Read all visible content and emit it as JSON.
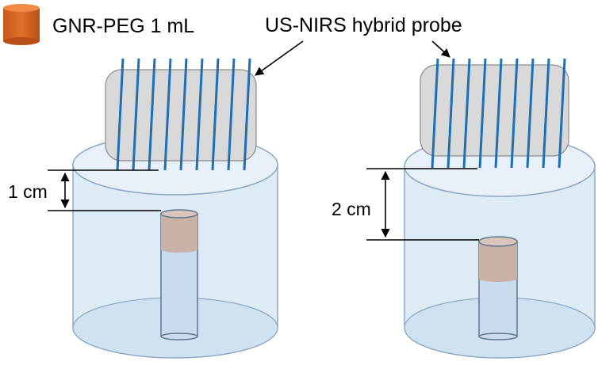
{
  "legend": {
    "icon": "orange-cylinder-icon",
    "color": "#e0702a",
    "label": "GNR-PEG 1 mL"
  },
  "probe_label": "US-NIRS hybrid probe",
  "setups": [
    {
      "depth_label": "1 cm",
      "probe_line_count": 9
    },
    {
      "depth_label": "2 cm",
      "probe_line_count": 9
    }
  ],
  "colors": {
    "probe_fill": "#d9d9d9",
    "probe_lines": "#1f6fb5",
    "phantom_fill": "#dceaf5",
    "phantom_stroke": "#8aa7c4",
    "tube_fill": "#c9dcee",
    "gnr_fill": "#c8b2a6"
  }
}
